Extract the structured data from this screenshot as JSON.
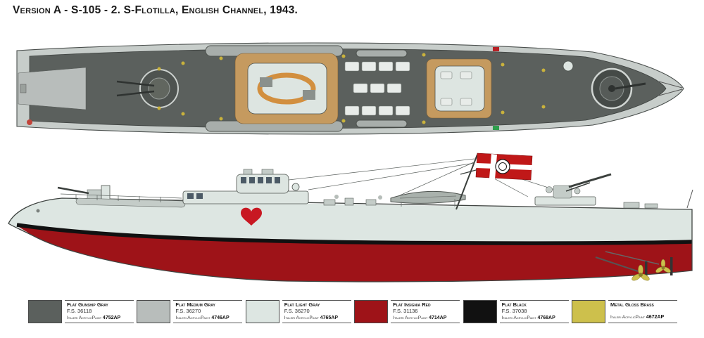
{
  "title": "Version A - S-105 - 2. S-Flotilla, English Channel, 1943.",
  "palette": {
    "gunship_gray": "#5b605d",
    "medium_gray": "#b8bdbb",
    "light_gray": "#dde6e2",
    "insignia_red": "#9e1318",
    "flat_black": "#111111",
    "brass": "#cdc04c",
    "hull_plating": "#c7cdca",
    "wood_deck": "#c59a5f",
    "raft_orange": "#d28f3f",
    "flag_red": "#c01818",
    "vent_yellow": "#c9b23c",
    "heart_red": "#c81822"
  },
  "legend": [
    {
      "name": "Flat Gunship Gray",
      "fs": "F.S. 36118",
      "brand": "Italeri AcrylicPaint",
      "code": "4752AP",
      "swatch": "#5b605d"
    },
    {
      "name": "Flat Medium Gray",
      "fs": "F.S. 36270",
      "brand": "Italeri AcrylicPaint",
      "code": "4746AP",
      "swatch": "#b8bdbb"
    },
    {
      "name": "Flat Light Gray",
      "fs": "F.S. 36270",
      "brand": "Italeri AcrylicPaint",
      "code": "4765AP",
      "swatch": "#dde6e2"
    },
    {
      "name": "Flat Insignia Red",
      "fs": "F.S. 31136",
      "brand": "Italeri AcrylicPaint",
      "code": "4714AP",
      "swatch": "#9e1318"
    },
    {
      "name": "Flat Black",
      "fs": "F.S. 37038",
      "brand": "Italeri AcrylicPaint",
      "code": "4768AP",
      "swatch": "#111111"
    },
    {
      "name": "Metal Gloss Brass",
      "fs": "",
      "brand": "Italeri AcrylicPaint",
      "code": "4672AP",
      "swatch": "#cdc04c"
    }
  ]
}
